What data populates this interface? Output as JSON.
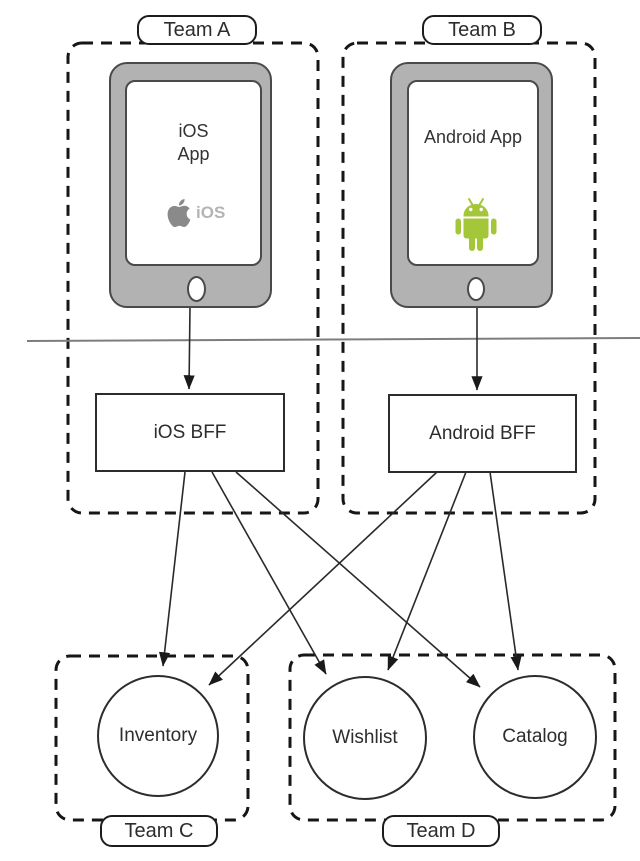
{
  "teams": {
    "a": {
      "label": "Team A"
    },
    "b": {
      "label": "Team B"
    },
    "c": {
      "label": "Team C"
    },
    "d": {
      "label": "Team D"
    }
  },
  "clients": {
    "ios": {
      "title_line1": "iOS",
      "title_line2": "App",
      "platform_badge": "iOS",
      "platform_icon": "apple-icon"
    },
    "android": {
      "title": "Android App",
      "platform_icon": "android-robot-icon"
    }
  },
  "bffs": {
    "ios": {
      "label": "iOS BFF"
    },
    "android": {
      "label": "Android BFF"
    }
  },
  "services": {
    "inventory": {
      "label": "Inventory"
    },
    "wishlist": {
      "label": "Wishlist"
    },
    "catalog": {
      "label": "Catalog"
    }
  },
  "connections": [
    {
      "from": "iOS App",
      "to": "iOS BFF"
    },
    {
      "from": "Android App",
      "to": "Android BFF"
    },
    {
      "from": "iOS BFF",
      "to": "Inventory"
    },
    {
      "from": "iOS BFF",
      "to": "Wishlist"
    },
    {
      "from": "iOS BFF",
      "to": "Catalog"
    },
    {
      "from": "Android BFF",
      "to": "Inventory"
    },
    {
      "from": "Android BFF",
      "to": "Wishlist"
    },
    {
      "from": "Android BFF",
      "to": "Catalog"
    }
  ],
  "colors": {
    "android_green": "#A4C639",
    "apple_gray": "#8A8A8A",
    "ios_badge_gray": "#B4B4B4",
    "phone_body_gray": "#B2B2B2",
    "outline_dark": "#2D2D2D",
    "separator_gray": "#7D7D7D"
  }
}
